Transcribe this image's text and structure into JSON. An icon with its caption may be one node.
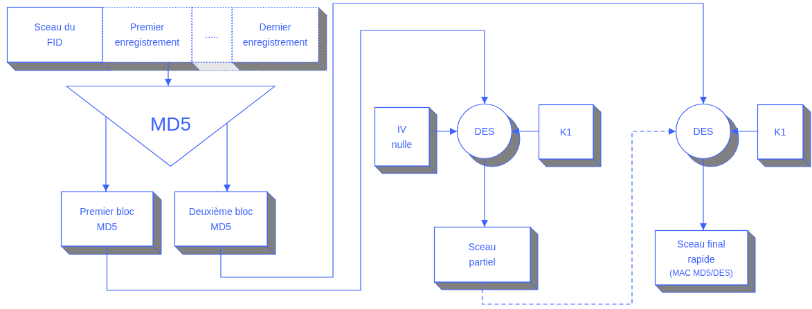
{
  "diagram": {
    "nodes": [
      {
        "text": [
          "Sceau du FID"
        ]
      },
      {
        "text": [
          "Premier enregistrement"
        ]
      },
      {
        "text": [
          "....."
        ]
      },
      {
        "text": [
          "Dernier enregistrement"
        ]
      },
      {
        "text": [
          "MD5"
        ]
      },
      {
        "text": [
          "Premier bloc MD5"
        ]
      },
      {
        "text": [
          "Deuxième bloc MD5"
        ]
      },
      {
        "text": [
          "IV nulle"
        ]
      },
      {
        "text": [
          "DES"
        ]
      },
      {
        "text": [
          "K1"
        ]
      },
      {
        "text": [
          "Sceau partiel"
        ]
      },
      {
        "text": [
          "DES"
        ]
      },
      {
        "text": [
          "K1"
        ]
      },
      {
        "text": [
          "Sceau final rapide",
          "(MAC MD5/DES)"
        ]
      }
    ],
    "edges": [
      {
        "from": 1,
        "to": 4,
        "arrow": "to"
      },
      {
        "from": 4,
        "to": 5,
        "arrow": "to"
      },
      {
        "from": 4,
        "to": 6,
        "arrow": "to"
      },
      {
        "from": 5,
        "to": 8,
        "arrow": "to"
      },
      {
        "from": 6,
        "to": 11,
        "arrow": "to"
      },
      {
        "from": 7,
        "to": 8,
        "arrow": "to"
      },
      {
        "from": 9,
        "to": 8,
        "arrow": "to"
      },
      {
        "from": 8,
        "to": 10,
        "arrow": "to"
      },
      {
        "from": 10,
        "to": 11,
        "arrow": "to",
        "style": "dashed"
      },
      {
        "from": 12,
        "to": 11,
        "arrow": "to"
      },
      {
        "from": 11,
        "to": 13,
        "arrow": "to"
      }
    ]
  }
}
